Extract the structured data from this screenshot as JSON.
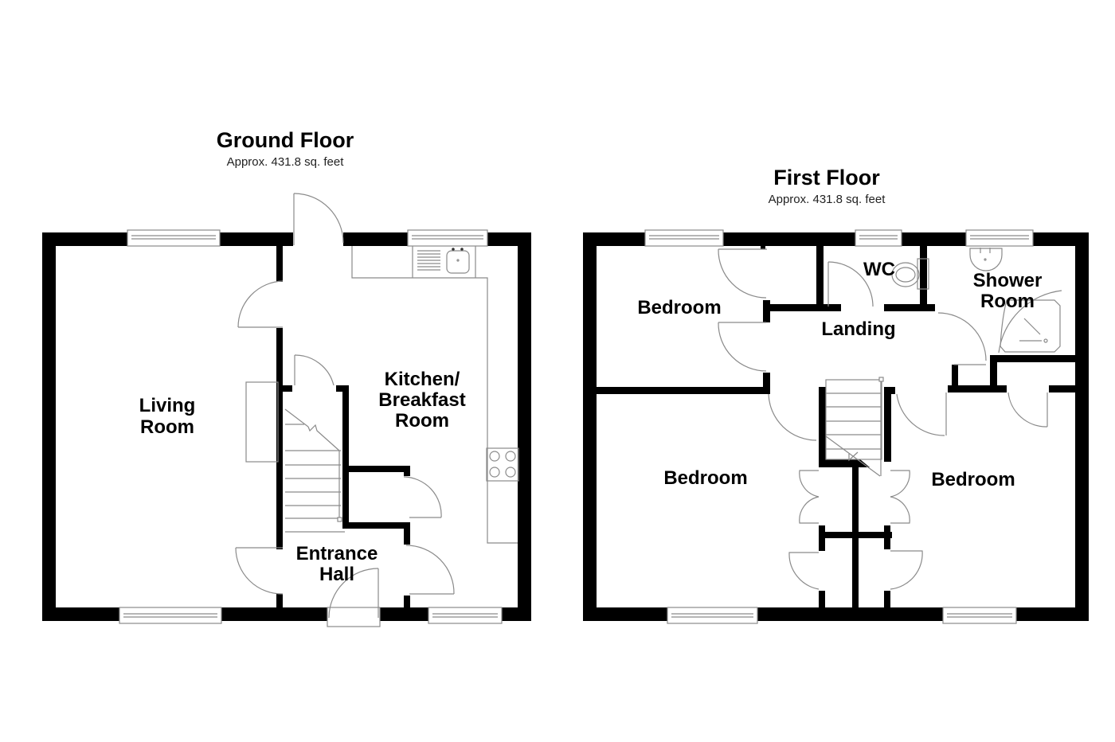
{
  "ground_floor": {
    "title": "Ground Floor",
    "area": "Approx. 431.8 sq. feet",
    "rooms": {
      "living_room": [
        "Living",
        "Room"
      ],
      "kitchen": [
        "Kitchen/",
        "Breakfast",
        "Room"
      ],
      "entrance_hall": [
        "Entrance",
        "Hall"
      ]
    }
  },
  "first_floor": {
    "title": "First Floor",
    "area": "Approx. 431.8 sq. feet",
    "rooms": {
      "bedroom_1": "Bedroom",
      "bedroom_2": "Bedroom",
      "bedroom_3": "Bedroom",
      "landing": "Landing",
      "wc": "WC",
      "shower_room": [
        "Shower",
        "Room"
      ]
    }
  },
  "colors": {
    "wall": "#000000",
    "fixture_line": "#8a8a8a",
    "background": "#ffffff"
  }
}
